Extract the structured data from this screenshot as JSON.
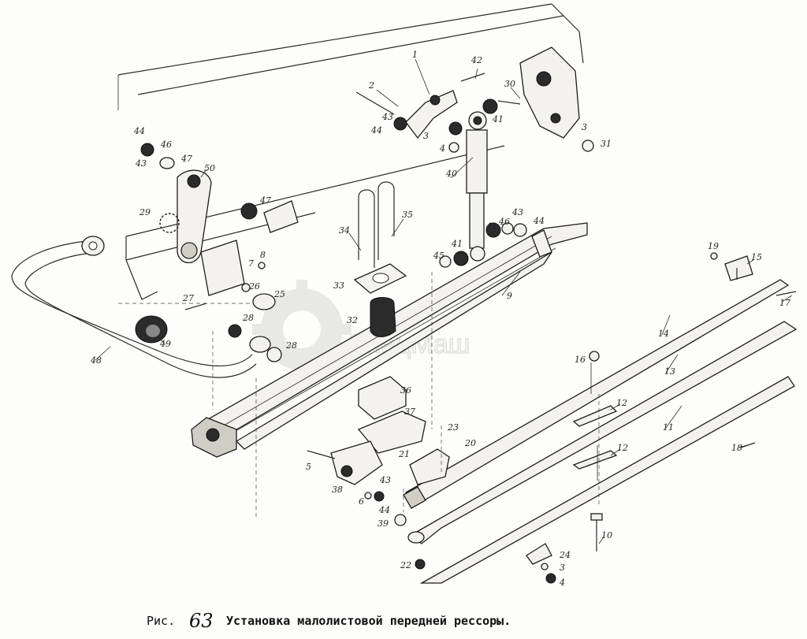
{
  "caption": {
    "prefix": "Рис.",
    "number": "63",
    "title": "Установка малолистовой передней рессоры."
  },
  "watermark": "СпецМаш",
  "part_labels": [
    "1",
    "2",
    "3",
    "4",
    "5",
    "6",
    "7",
    "8",
    "9",
    "10",
    "11",
    "12",
    "13",
    "14",
    "15",
    "16",
    "17",
    "18",
    "19",
    "20",
    "21",
    "22",
    "23",
    "24",
    "25",
    "26",
    "27",
    "28",
    "29",
    "30",
    "31",
    "32",
    "33",
    "34",
    "35",
    "36",
    "37",
    "38",
    "39",
    "40",
    "41",
    "42",
    "43",
    "44",
    "45",
    "46",
    "47",
    "48",
    "49",
    "50"
  ]
}
